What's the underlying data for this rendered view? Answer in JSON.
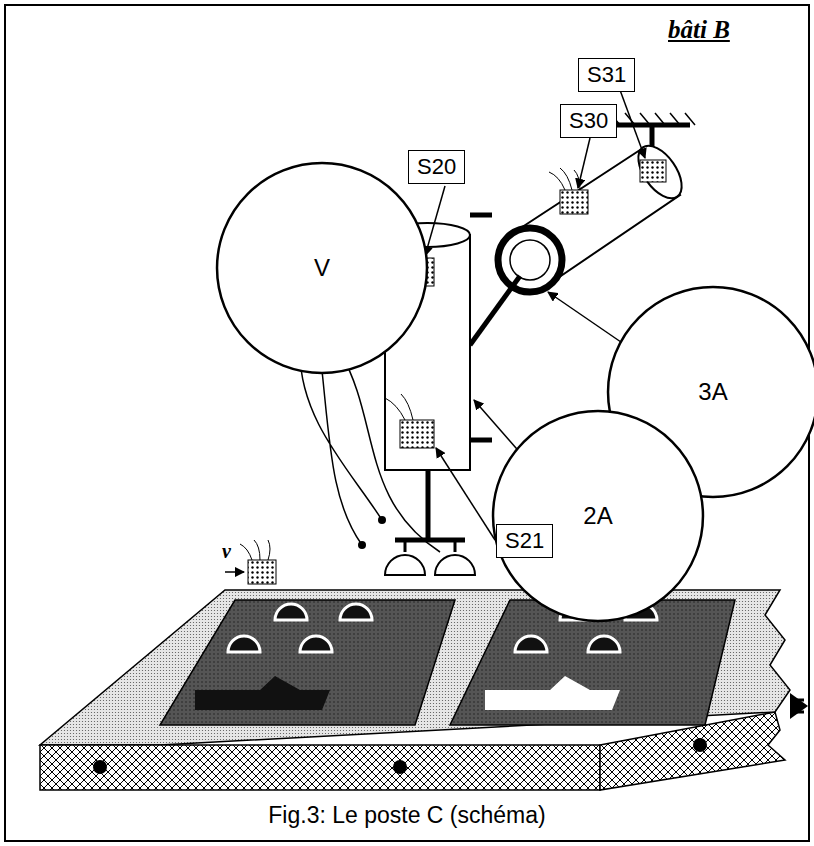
{
  "diagram": {
    "caption": "Fig.3: Le poste C (schéma)",
    "nodes": [
      {
        "text": [
          "S31"
        ]
      },
      {
        "text": [
          "S30"
        ]
      },
      {
        "text": [
          "S20"
        ]
      },
      {
        "text": [
          "V"
        ]
      },
      {
        "text": [
          "3A"
        ]
      },
      {
        "text": [
          "2A"
        ]
      },
      {
        "text": [
          "S21"
        ]
      }
    ],
    "labels": [
      "bâti B",
      "v"
    ]
  }
}
